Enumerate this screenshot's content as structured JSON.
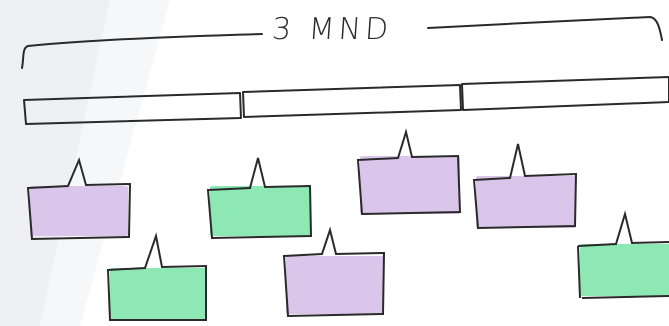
{
  "timeline": {
    "span_label": "3 MND"
  },
  "colors": {
    "background_band": "#eef0f4",
    "stroke": "#2a2a2a",
    "purple_note": "#d9c6ea",
    "green_note": "#8ee8b4"
  },
  "notes": [
    {
      "color": "purple"
    },
    {
      "color": "green"
    },
    {
      "color": "purple"
    },
    {
      "color": "purple"
    },
    {
      "color": "green"
    },
    {
      "color": "purple"
    },
    {
      "color": "green"
    }
  ]
}
